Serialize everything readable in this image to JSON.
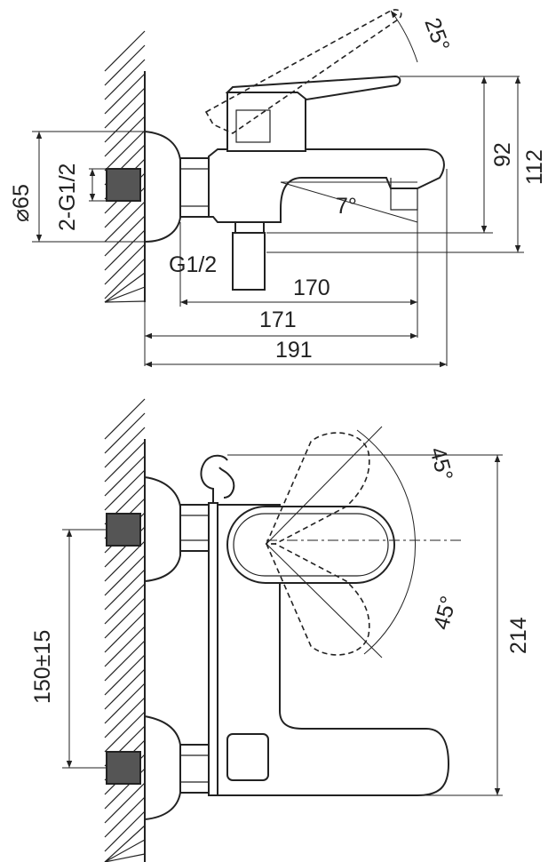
{
  "side_view": {
    "dimensions": {
      "angle_top": "25°",
      "height_92": "92",
      "height_112": "112",
      "diameter": "⌀65",
      "thread_2g": "2-G1/2",
      "angle_spout": "7°",
      "thread_g": "G1/2",
      "len_170": "170",
      "len_171": "171",
      "len_191": "191"
    }
  },
  "front_view": {
    "dimensions": {
      "angle_upper": "45°",
      "angle_lower": "45°",
      "height_214": "214",
      "spacing": "150±15"
    }
  }
}
